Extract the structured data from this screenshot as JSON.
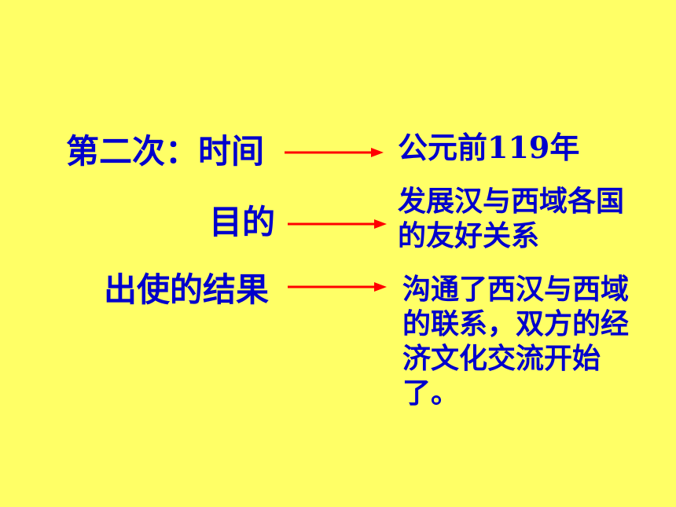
{
  "rows": {
    "time": {
      "label": "第二次：时间",
      "value": "公元前119年"
    },
    "purpose": {
      "label": "目的",
      "value": "发展汉与西域各国的友好关系"
    },
    "result": {
      "label": "出使的结果",
      "value": "沟通了西汉与西域的联系，双方的经济文化交流开始了。"
    }
  },
  "colors": {
    "background": "#FFFF66",
    "text": "#0000CC",
    "arrow": "#FF0000"
  }
}
